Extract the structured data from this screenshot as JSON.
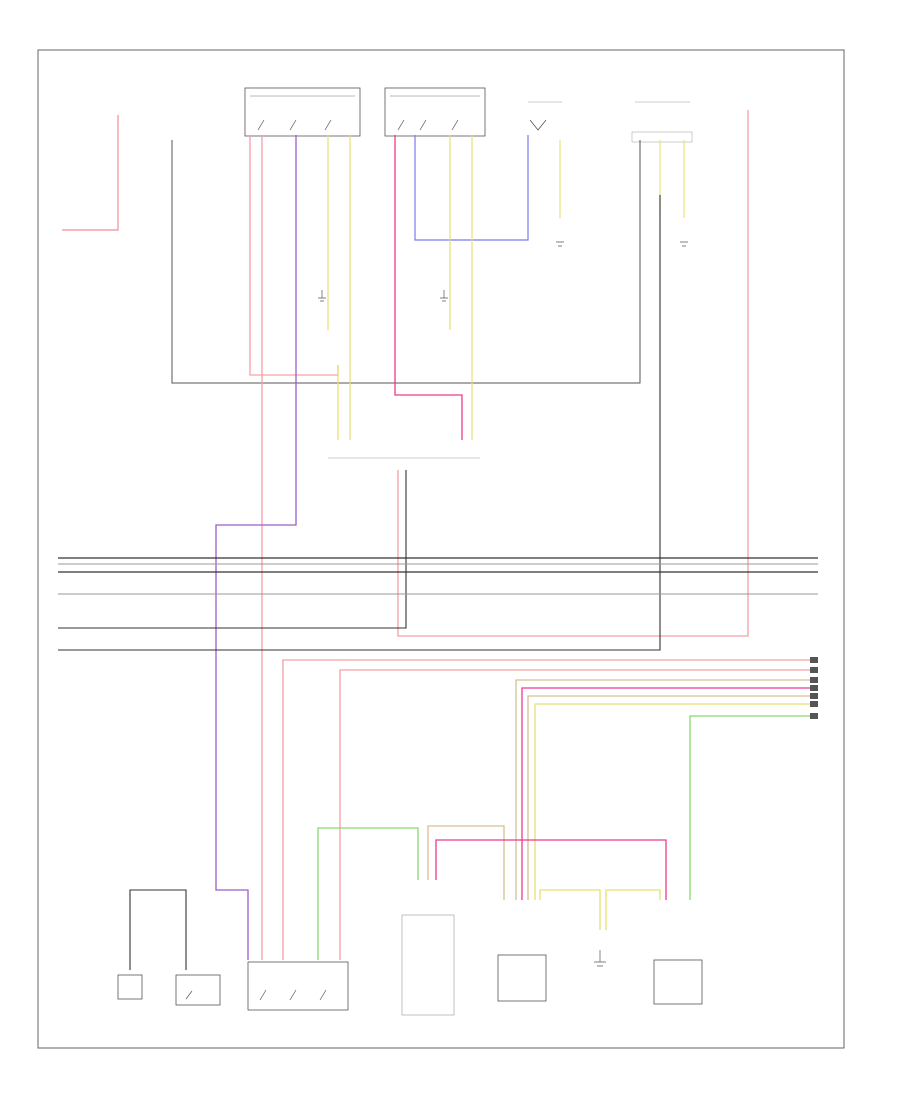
{
  "labels": {
    "hot_left": "",
    "hot_sensor": "",
    "fuse_left": "",
    "fuse_right": "",
    "corner_ref": ""
  },
  "components": [
    {
      "id": "left_heater_switch",
      "label": ""
    },
    {
      "id": "right_heater_switch",
      "label": ""
    },
    {
      "id": "heater_connector",
      "label": ""
    },
    {
      "id": "heater_connector_2",
      "label": ""
    },
    {
      "id": "left_seat_element",
      "label": ""
    },
    {
      "id": "right_seat_element",
      "label": ""
    },
    {
      "id": "seat_control_module",
      "label": ""
    },
    {
      "id": "heater_relay",
      "label": ""
    },
    {
      "id": "ground_left",
      "label": ""
    },
    {
      "id": "ground_center",
      "label": ""
    },
    {
      "id": "ground_right",
      "label": ""
    },
    {
      "id": "junction_bottom_left",
      "label": ""
    },
    {
      "id": "junction_bottom_right",
      "label": ""
    }
  ],
  "colors": {
    "red": "#f2a0a8",
    "pink": "#ee3a8c",
    "violet": "#9a5ec8",
    "blue": "#7a7aee",
    "yellow": "#e8e070",
    "tan": "#d8c090",
    "green": "#88d870",
    "black": "#333333",
    "gray": "#999999",
    "frame": "#666666"
  }
}
